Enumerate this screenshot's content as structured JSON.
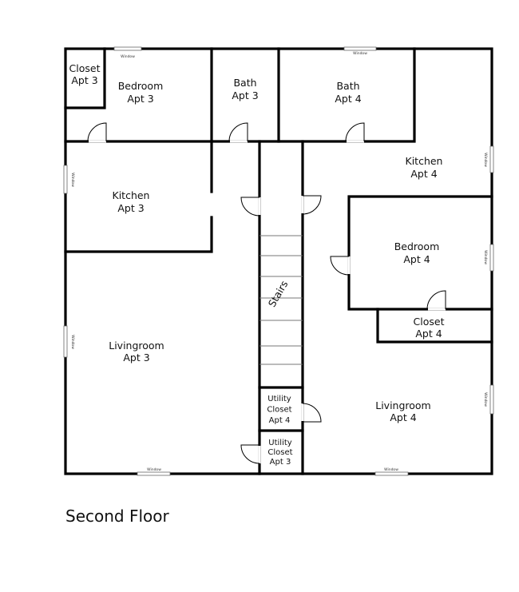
{
  "title": "Second Floor",
  "window_label": "Window",
  "rooms": {
    "closet_apt3": [
      "Closet",
      "Apt 3"
    ],
    "bedroom_apt3": [
      "Bedroom",
      "Apt 3"
    ],
    "bath_apt3": [
      "Bath",
      "Apt 3"
    ],
    "bath_apt4": [
      "Bath",
      "Apt 4"
    ],
    "kitchen_apt4": [
      "Kitchen",
      "Apt 4"
    ],
    "kitchen_apt3": [
      "Kitchen",
      "Apt 3"
    ],
    "bedroom_apt4": [
      "Bedroom",
      "Apt 4"
    ],
    "closet_apt4": [
      "Closet",
      "Apt 4"
    ],
    "livingroom_apt3": [
      "Livingroom",
      "Apt 3"
    ],
    "livingroom_apt4": [
      "Livingroom",
      "Apt 4"
    ],
    "utility_apt4": [
      "Utility",
      "Closet",
      "Apt 4"
    ],
    "utility_apt3": [
      "Utility",
      "Closet",
      "Apt 3"
    ],
    "stairs": "Stairs"
  }
}
